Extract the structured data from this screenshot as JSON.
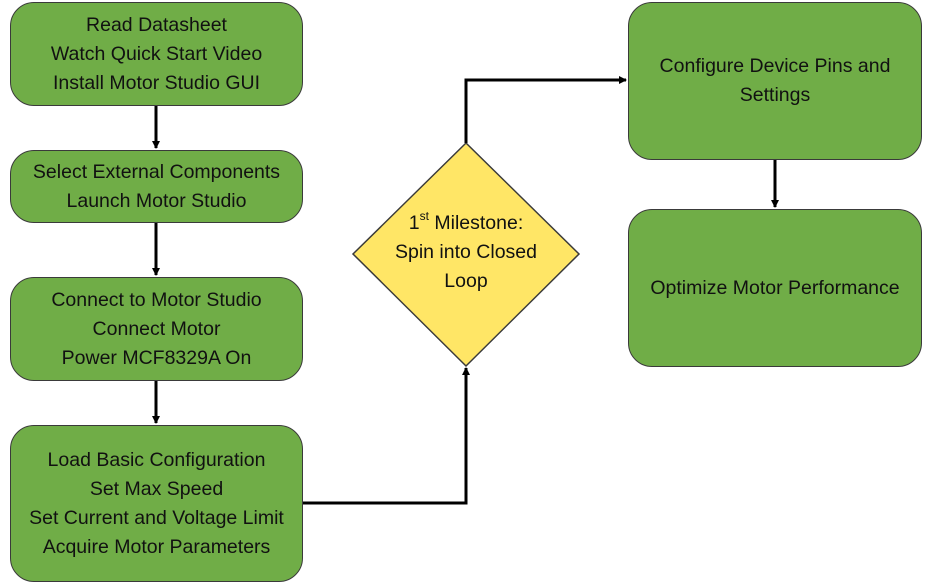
{
  "colors": {
    "process_fill": "#70ad47",
    "decision_fill": "#ffe666",
    "stroke": "#3a3a3a",
    "arrow": "#000000"
  },
  "steps": [
    {
      "lines": [
        "Read Datasheet",
        "Watch Quick Start Video",
        "Install Motor Studio GUI"
      ]
    },
    {
      "lines": [
        "Select External Components",
        "Launch Motor Studio"
      ]
    },
    {
      "lines": [
        "Connect to Motor Studio",
        "Connect Motor",
        "Power MCF8329A On"
      ]
    },
    {
      "lines": [
        "Load Basic Configuration",
        "Set Max Speed",
        "Set Current and Voltage Limit",
        "Acquire Motor Parameters"
      ]
    },
    {
      "lines": [
        "Configure Device Pins and",
        "Settings"
      ]
    },
    {
      "lines": [
        "Optimize Motor Performance"
      ]
    }
  ],
  "milestone": {
    "number": "1",
    "ordinal_suffix": "st",
    "title": "Milestone:",
    "lines": [
      "Spin into Closed",
      "Loop"
    ]
  }
}
